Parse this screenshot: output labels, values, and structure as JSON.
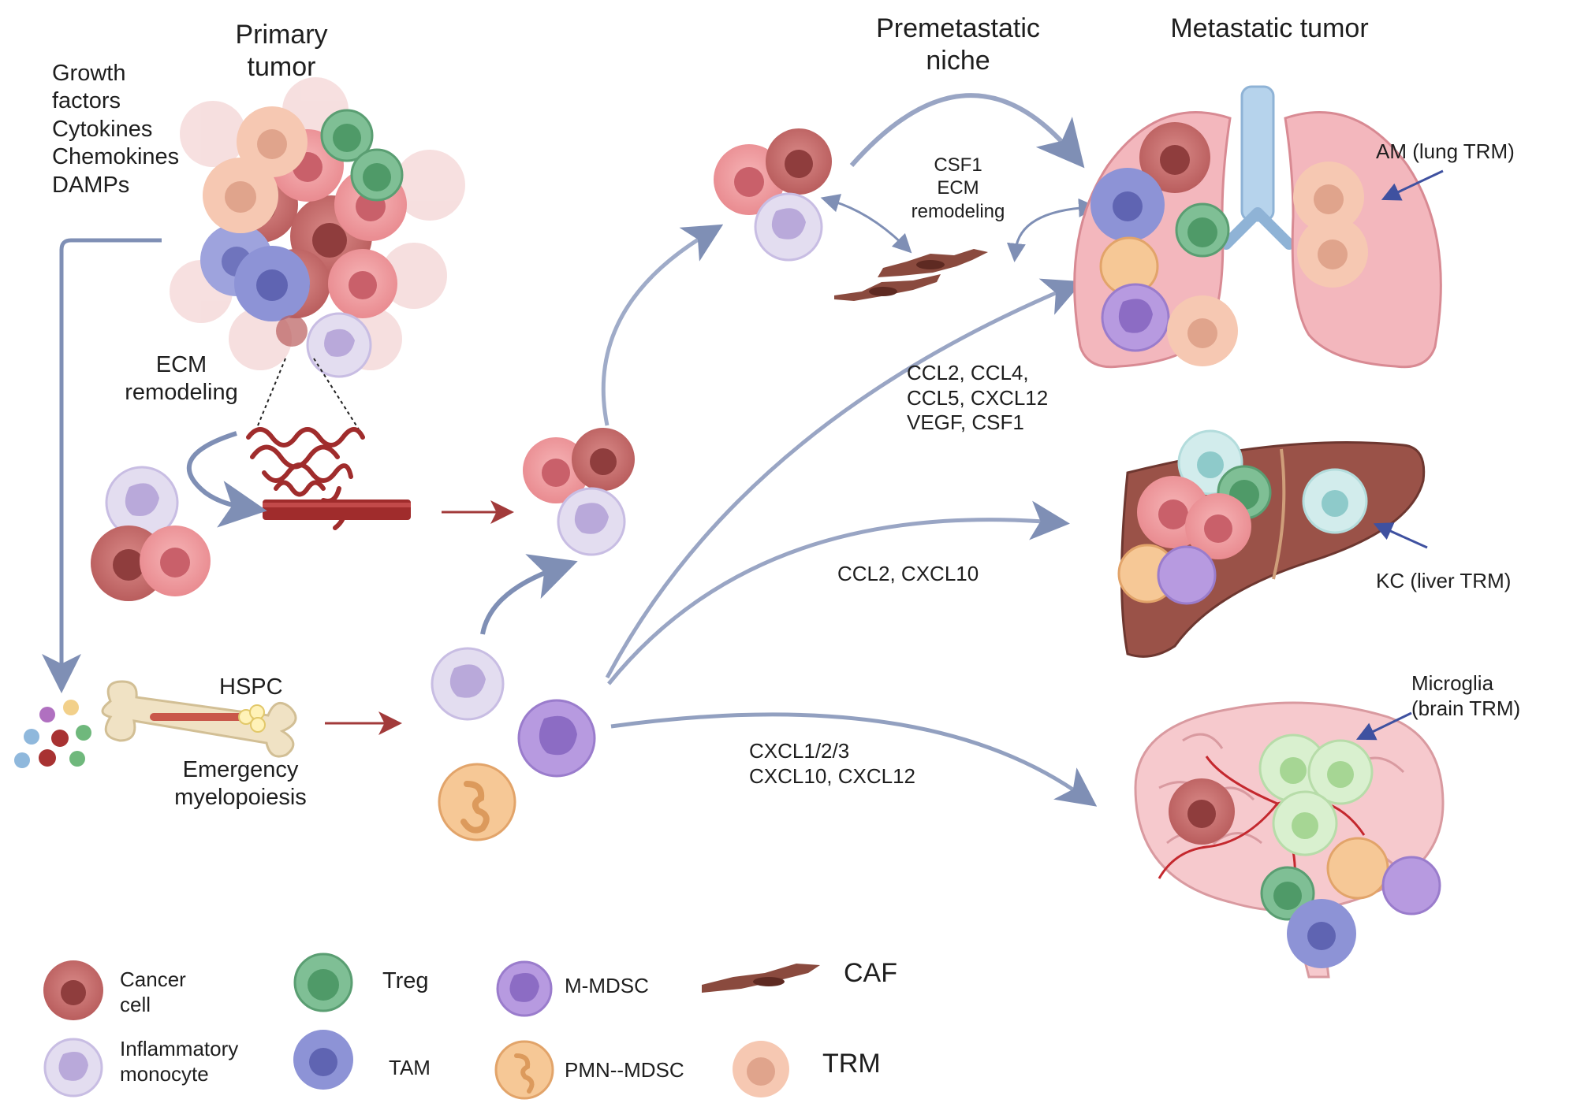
{
  "headings": {
    "primary_tumor": "Primary\ntumor",
    "premetastatic_niche": "Premetastatic\nniche",
    "metastatic_tumor": "Metastatic tumor"
  },
  "labels": {
    "secreted_factors": "Growth\nfactors\nCytokines\nChemokines\nDAMPs",
    "ecm_remodeling": "ECM\nremodeling",
    "hspc": "HSPC",
    "emergency_myelopoiesis": "Emergency\nmyelopoiesis",
    "niche_factors": "CSF1\nECM\nremodeling",
    "lung_chemokines": "CCL2, CCL4,\nCCL5, CXCL12\nVEGF, CSF1",
    "liver_chemokines": "CCL2, CXCL10",
    "brain_chemokines": "CXCL1/2/3\nCXCL10, CXCL12",
    "am_lung": "AM (lung TRM)",
    "kc_liver": "KC (liver TRM)",
    "microglia_brain": "Microglia\n(brain TRM)"
  },
  "legend": [
    {
      "label": "Cancer\ncell",
      "icon": "cancer-cell-icon"
    },
    {
      "label": "Treg",
      "icon": "treg-icon"
    },
    {
      "label": "M-MDSC",
      "icon": "m-mdsc-icon"
    },
    {
      "label": "CAF",
      "icon": "caf-icon"
    },
    {
      "label": "Inflammatory\nmonocyte",
      "icon": "inflammatory-monocyte-icon"
    },
    {
      "label": "TAM",
      "icon": "tam-icon"
    },
    {
      "label": "PMN--MDSC",
      "icon": "pmn-mdsc-icon"
    },
    {
      "label": "TRM",
      "icon": "trm-icon"
    }
  ],
  "colors": {
    "cancer_cell": "#c76c6c",
    "cancer_cell_light": "#ee9a9e",
    "treg": "#7fbf95",
    "tam": "#8d93d6",
    "m_mdsc": "#b79ae0",
    "pmn_mdsc": "#f6c896",
    "monocyte": "#e3ddf0",
    "trm": "#f6c8b2",
    "caf": "#8a4a3e",
    "arrow_blue": "#7f8fb5",
    "arrow_red": "#a23a3a",
    "lung": "#f3b7bd",
    "liver": "#9a5248",
    "brain": "#f6c9cd"
  }
}
